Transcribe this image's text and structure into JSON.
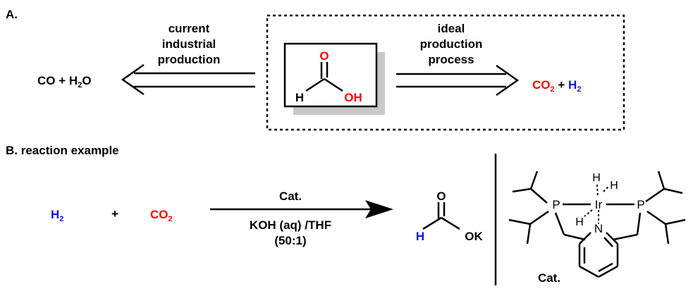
{
  "colors": {
    "red": "#ff0000",
    "blue": "#1010ee",
    "black": "#000000",
    "shadow": "#c8c8c8"
  },
  "panel_a": {
    "label": "A.",
    "left_arrow_label": [
      "current",
      "industrial",
      "production"
    ],
    "right_arrow_label": [
      "ideal",
      "production",
      "process"
    ],
    "left_product": {
      "co": "CO",
      "plus": "+",
      "h": "H",
      "sub": "2",
      "o": "O"
    },
    "right_product": {
      "co": "CO",
      "co_sub": "2",
      "plus": "+",
      "h": "H",
      "h_sub": "2"
    },
    "formic_acid": {
      "o": "O",
      "h": "H",
      "oh": "OH"
    }
  },
  "panel_b": {
    "label": "B. reaction example",
    "h2": {
      "h": "H",
      "sub": "2"
    },
    "plus": "+",
    "co2": {
      "co": "CO",
      "sub": "2"
    },
    "catalyst_above": "Cat.",
    "conditions": "KOH (aq) /THF",
    "ratio": "(50:1)",
    "product": {
      "o": "O",
      "h": "H",
      "ok": "OK"
    },
    "catalyst_structure": {
      "p_left": "P",
      "p_right": "P",
      "ir": "Ir",
      "n": "N",
      "h1": "H",
      "h2": "H",
      "h3": "H",
      "caption": "Cat."
    }
  }
}
